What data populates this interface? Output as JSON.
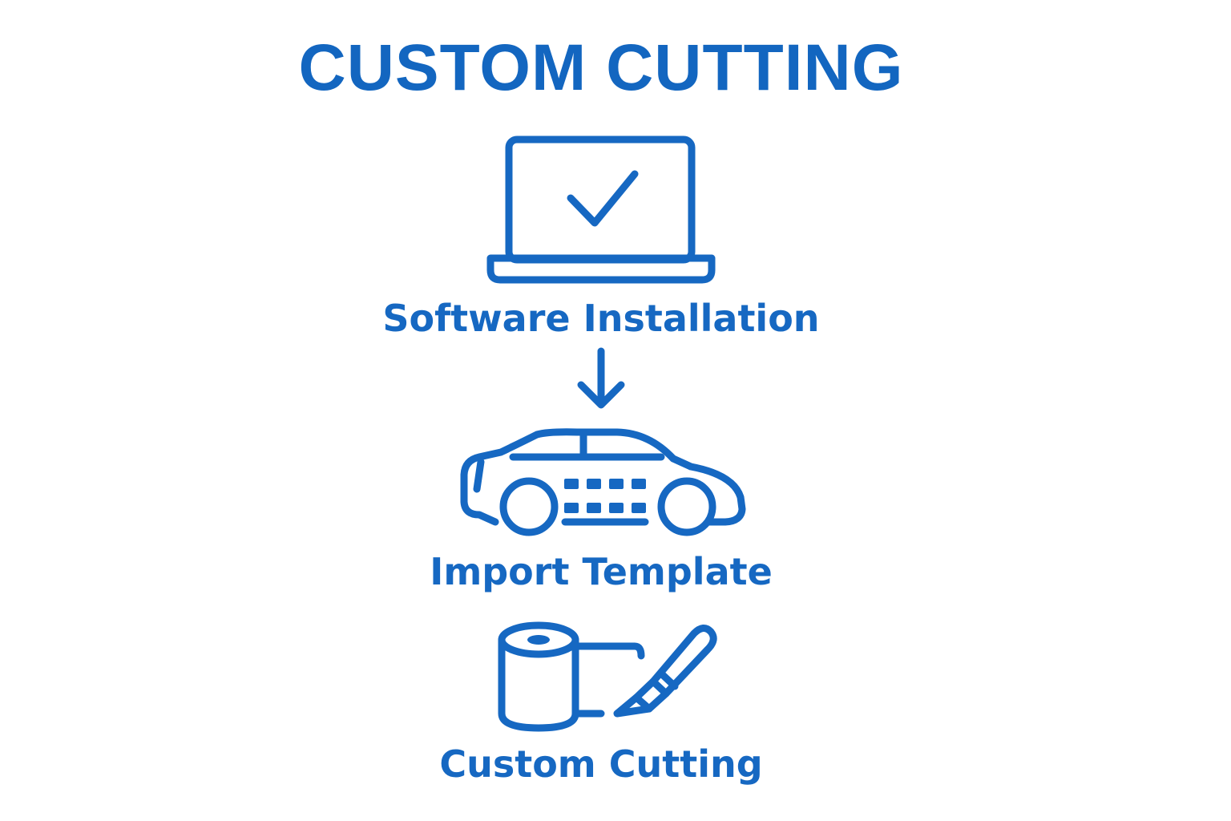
{
  "diagram": {
    "title": "CUSTOM CUTTING",
    "steps": [
      {
        "label": "Software Installation",
        "icon": "laptop-check-icon"
      },
      {
        "label": "Import Template",
        "icon": "car-template-icon"
      },
      {
        "label": "Custom Cutting",
        "icon": "film-roll-cutter-icon"
      }
    ],
    "connector_icon": "arrow-down-icon",
    "accent_color": "#1668c2"
  }
}
